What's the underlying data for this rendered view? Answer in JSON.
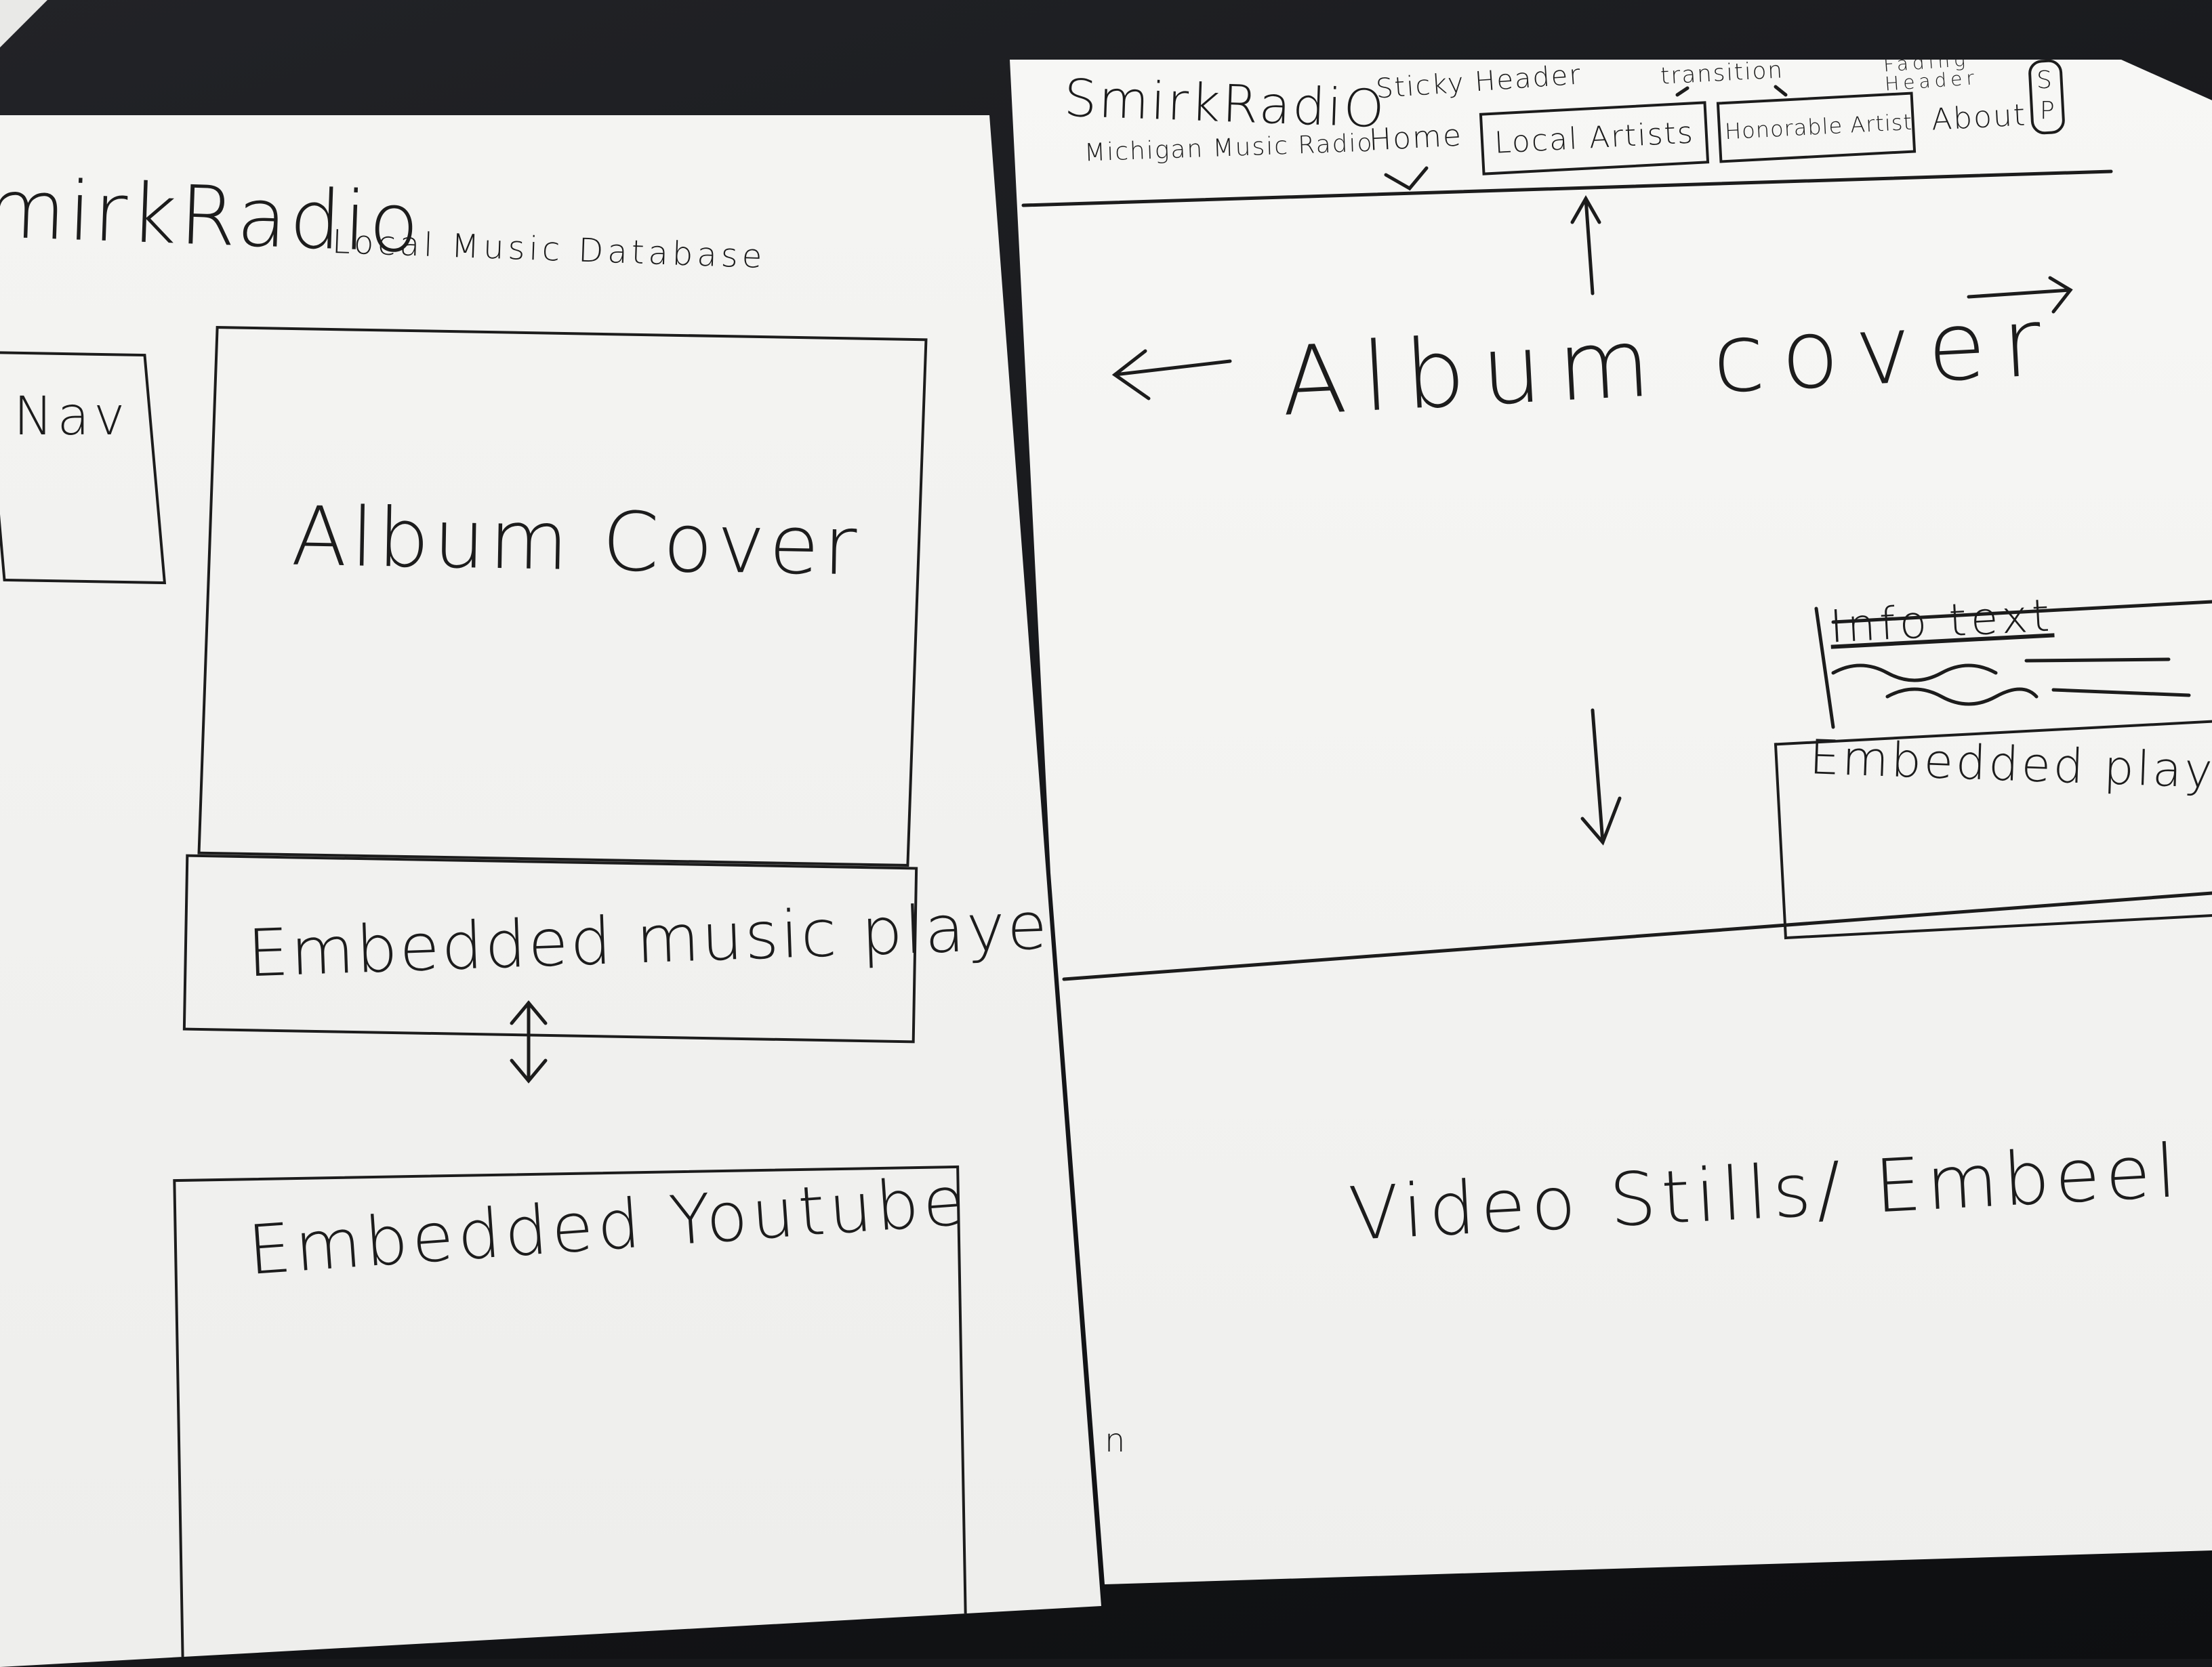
{
  "left_sheet": {
    "logo": "mirkRadio",
    "subtitle": "Local Music Database",
    "nav": "Nav",
    "album_cover": "Album Cover",
    "music_player": "Embedded music player",
    "youtube": "Embedded Youtube"
  },
  "right_sheet": {
    "logo": "SmirkRadiO",
    "tagline": "Michigan Music Radio",
    "note_sticky": "Sticky Header",
    "note_transition": "transition",
    "note_fading": "Fading Header",
    "nav_home": "Home",
    "nav_local_artists": "Local Artists",
    "nav_honorable_artist": "Honorable Artist",
    "nav_about": "About",
    "nav_sp_top": "S",
    "nav_sp_bottom": "P",
    "album_cover": "Album cover",
    "info_text": "Info text",
    "embedded_player": "Embedded player",
    "video": "Video Stills/ Embeel",
    "corner_mark": "n"
  }
}
